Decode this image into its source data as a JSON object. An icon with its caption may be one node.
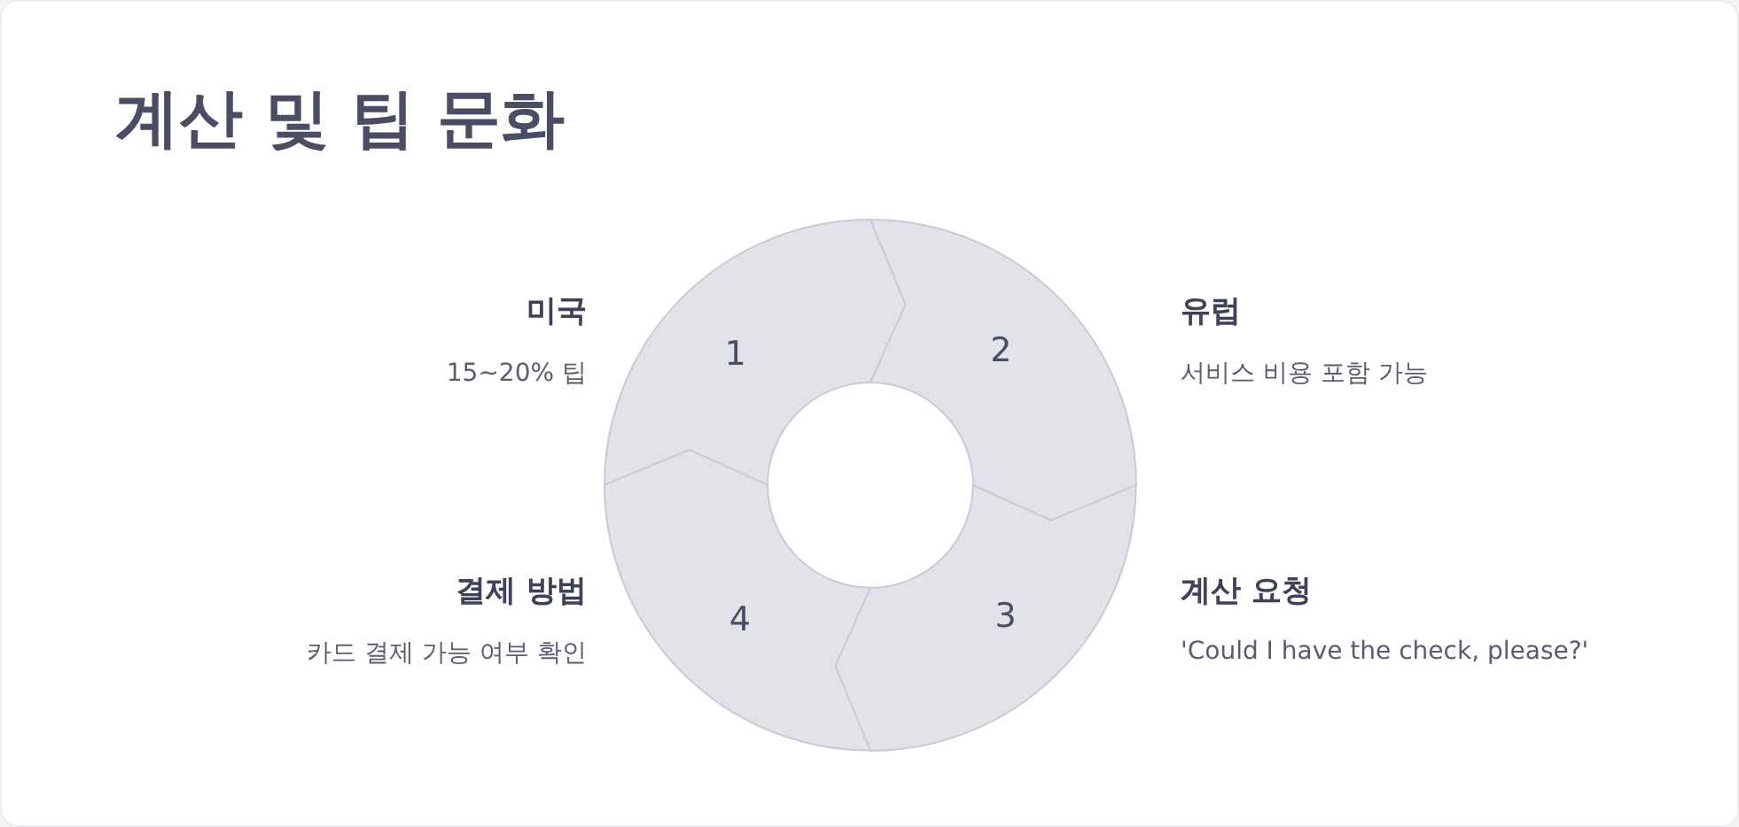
{
  "diagram": {
    "title": "계산 및 팁 문화",
    "nodes": [
      {
        "text": [
          "1"
        ],
        "beside": [
          "미국",
          "15~20% 팁"
        ]
      },
      {
        "text": [
          "2"
        ],
        "beside": [
          "유럽",
          "서비스 비용 포함 가능"
        ]
      },
      {
        "text": [
          "3"
        ],
        "beside": [
          "계산 요청",
          "'Could I have the check, please?'"
        ]
      },
      {
        "text": [
          "4"
        ],
        "beside": [
          "결제 방법",
          "카드 결제 가능 여부 확인"
        ]
      }
    ],
    "edges": []
  }
}
